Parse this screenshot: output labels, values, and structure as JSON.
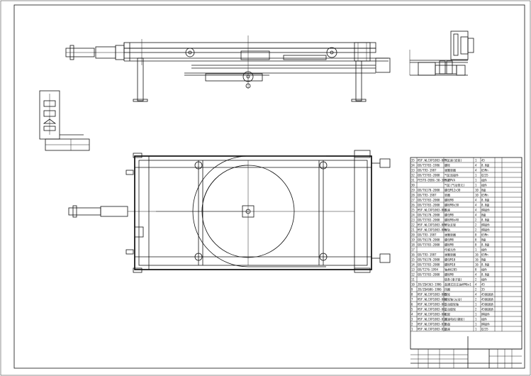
{
  "bom": {
    "rows": [
      {
        "no": "35",
        "code": "HSF.WLCXP1003-009",
        "name": "气缸座(安装)",
        "qty": "1",
        "mat": "45"
      },
      {
        "no": "34",
        "code": "GB/T5783-1986",
        "name": "螺栓",
        "qty": "4",
        "mat": "8.8级"
      },
      {
        "no": "33",
        "code": "GB/T93-1987",
        "name": "弹簧垫圈",
        "qty": "4",
        "mat": "65Mn"
      },
      {
        "no": "32",
        "code": "GB/T5783-2000",
        "name": "气缸连接件",
        "qty": "1",
        "mat": "Q235"
      },
      {
        "no": "31",
        "code": "FESTO-DSBG-50-300-PPVA",
        "name": "气缸",
        "qty": "1",
        "mat": "组件"
      },
      {
        "no": "30",
        "code": "",
        "name": "气缸(气动单元)",
        "qty": "1",
        "mat": "组件"
      },
      {
        "no": "29",
        "code": "GB/T6170-2000",
        "name": "螺母M12x30",
        "qty": "10",
        "mat": "8级"
      },
      {
        "no": "28",
        "code": "GB/T93-1987",
        "name": "垫圈",
        "qty": "10",
        "mat": "65Mn"
      },
      {
        "no": "27",
        "code": "GB/T5783-2000",
        "name": "螺栓M8",
        "qty": "4",
        "mat": "8.8级"
      },
      {
        "no": "26",
        "code": "GB/T5783-2000",
        "name": "螺栓M8x30",
        "qty": "4",
        "mat": "8.8级"
      },
      {
        "no": "25",
        "code": "HSF.WLCXP1003-008",
        "name": "支座",
        "qty": "4",
        "mat": "焊接件"
      },
      {
        "no": "24",
        "code": "GB/T6170-2000",
        "name": "螺母M8",
        "qty": "4",
        "mat": "8级"
      },
      {
        "no": "23",
        "code": "GB/T5783-2000",
        "name": "螺栓M8x40",
        "qty": "2",
        "mat": "8.8级"
      },
      {
        "no": "22",
        "code": "HSF.WLCXP1003-007",
        "name": "导轨支架",
        "qty": "2",
        "mat": "焊接件"
      },
      {
        "no": "21",
        "code": "HSF.WLCXP1003-006",
        "name": "导轨",
        "qty": "2",
        "mat": "焊接件"
      },
      {
        "no": "20",
        "code": "GB/T93-1987",
        "name": "弹簧垫圈",
        "qty": "8",
        "mat": "65Mn"
      },
      {
        "no": "19",
        "code": "GB/T6170-2000",
        "name": "螺母M8",
        "qty": "8",
        "mat": "8级"
      },
      {
        "no": "18",
        "code": "GB/T5783-2000",
        "name": "螺栓M8",
        "qty": "8",
        "mat": "8.8级"
      },
      {
        "no": "17",
        "code": "",
        "name": "传感元件",
        "qty": "1",
        "mat": "组件"
      },
      {
        "no": "16",
        "code": "GB/T93-1987",
        "name": "弹簧垫圈",
        "qty": "16",
        "mat": "65Mn"
      },
      {
        "no": "15",
        "code": "GB/T6170-2000",
        "name": "螺母M10",
        "qty": "16",
        "mat": "8级"
      },
      {
        "no": "14",
        "code": "GB/T5783-2000",
        "name": "螺栓M10",
        "qty": "16",
        "mat": "8.8级"
      },
      {
        "no": "13",
        "code": "GB/T276-1994",
        "name": "轴承6205",
        "qty": "8",
        "mat": "组件"
      },
      {
        "no": "12",
        "code": "GB/T5783-2000",
        "name": "螺栓M8",
        "qty": "4",
        "mat": "8.8级"
      },
      {
        "no": "11",
        "code": "",
        "name": "链条(滚子链)",
        "qty": "2",
        "mat": "组件"
      },
      {
        "no": "10",
        "code": "JB/ZQ4363-1986",
        "name": "直通式压注油杯M6x1",
        "qty": "4",
        "mat": "45"
      },
      {
        "no": "9",
        "code": "JB/ZQ4606-1986",
        "name": "挡圈",
        "qty": "2",
        "mat": "35"
      },
      {
        "no": "8",
        "code": "HSF.WLCXP1003-005",
        "name": "链轮",
        "qty": "4",
        "mat": "45钢调质"
      },
      {
        "no": "7",
        "code": "HSF.WLCXP1003-004",
        "name": "链轮轴(从动)",
        "qty": "2",
        "mat": "45钢调质"
      },
      {
        "no": "6",
        "code": "HSF.WLCXP1003-003",
        "name": "主动链轮轴",
        "qty": "1",
        "mat": "45钢调质"
      },
      {
        "no": "5",
        "code": "HSF.WLCXP1003-002",
        "name": "主动链轮",
        "qty": "2",
        "mat": "45钢调质"
      },
      {
        "no": "4",
        "code": "HSF.WLCXP1003-001",
        "name": "机架",
        "qty": "1",
        "mat": "焊接件"
      },
      {
        "no": "3",
        "code": "HSF.WLCXP1003-010",
        "name": "减速电机(蜗轮)",
        "qty": "1",
        "mat": "组件"
      },
      {
        "no": "2",
        "code": "HSF.WLCXP1003-011",
        "name": "转盘",
        "qty": "1",
        "mat": "焊接件"
      },
      {
        "no": "1",
        "code": "HSF.WLCXP1003-012",
        "name": "底座",
        "qty": "1",
        "mat": "Q235"
      }
    ]
  }
}
